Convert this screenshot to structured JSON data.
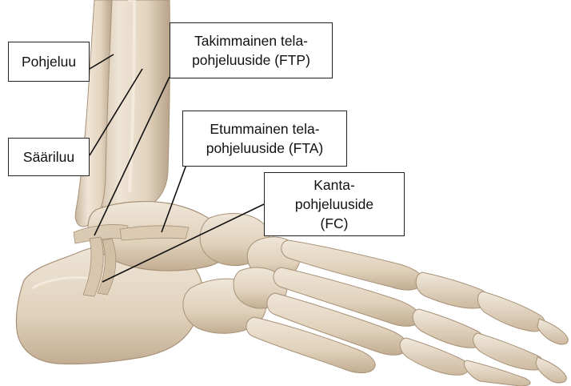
{
  "labels": {
    "fibula": {
      "text": "Pohjeluu"
    },
    "tibia": {
      "text": "Sääriluu"
    },
    "ftp": {
      "line1": "Takimmainen tela-",
      "line2": "pohjeluuside (FTP)"
    },
    "fta": {
      "line1": "Etummainen tela-",
      "line2": "pohjeluuside (FTA)"
    },
    "fc": {
      "line1": "Kanta-",
      "line2": "pohjeluuside",
      "line3": "(FC)"
    }
  },
  "colors": {
    "bone": "#e4d6c2",
    "bone_shadow": "#b9a58c",
    "bone_highlight": "#f3ebe0",
    "ligament": "#d8c6ae",
    "leader_line": "#111111",
    "box_border": "#222222"
  }
}
